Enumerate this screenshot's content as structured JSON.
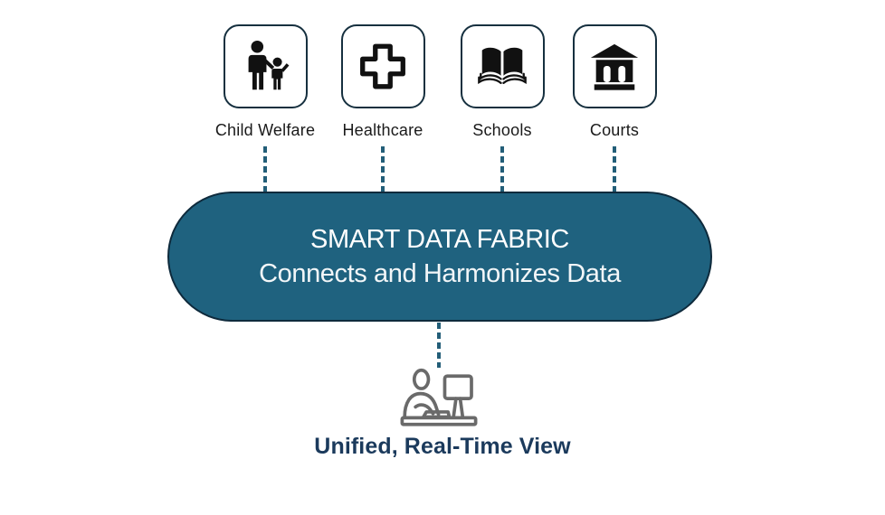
{
  "sources": [
    {
      "label": "Child Welfare",
      "icon": "family-icon"
    },
    {
      "label": "Healthcare",
      "icon": "medical-cross-icon"
    },
    {
      "label": "Schools",
      "icon": "open-book-icon"
    },
    {
      "label": "Courts",
      "icon": "courthouse-icon"
    }
  ],
  "fabric": {
    "title": "SMART DATA FABRIC",
    "subtitle": "Connects and Harmonizes Data"
  },
  "output": {
    "label": "Unified, Real-Time View",
    "icon": "person-at-computer-icon"
  },
  "colors": {
    "fabric_fill": "#1F627F",
    "fabric_border": "#0E2A3C",
    "connector_dash": "#235E78",
    "node_border": "#16303F",
    "icon_glyph": "#111111",
    "output_label_text": "#1B3A5C",
    "person_icon_stroke": "#6A6A6A",
    "background": "#FFFFFF"
  }
}
